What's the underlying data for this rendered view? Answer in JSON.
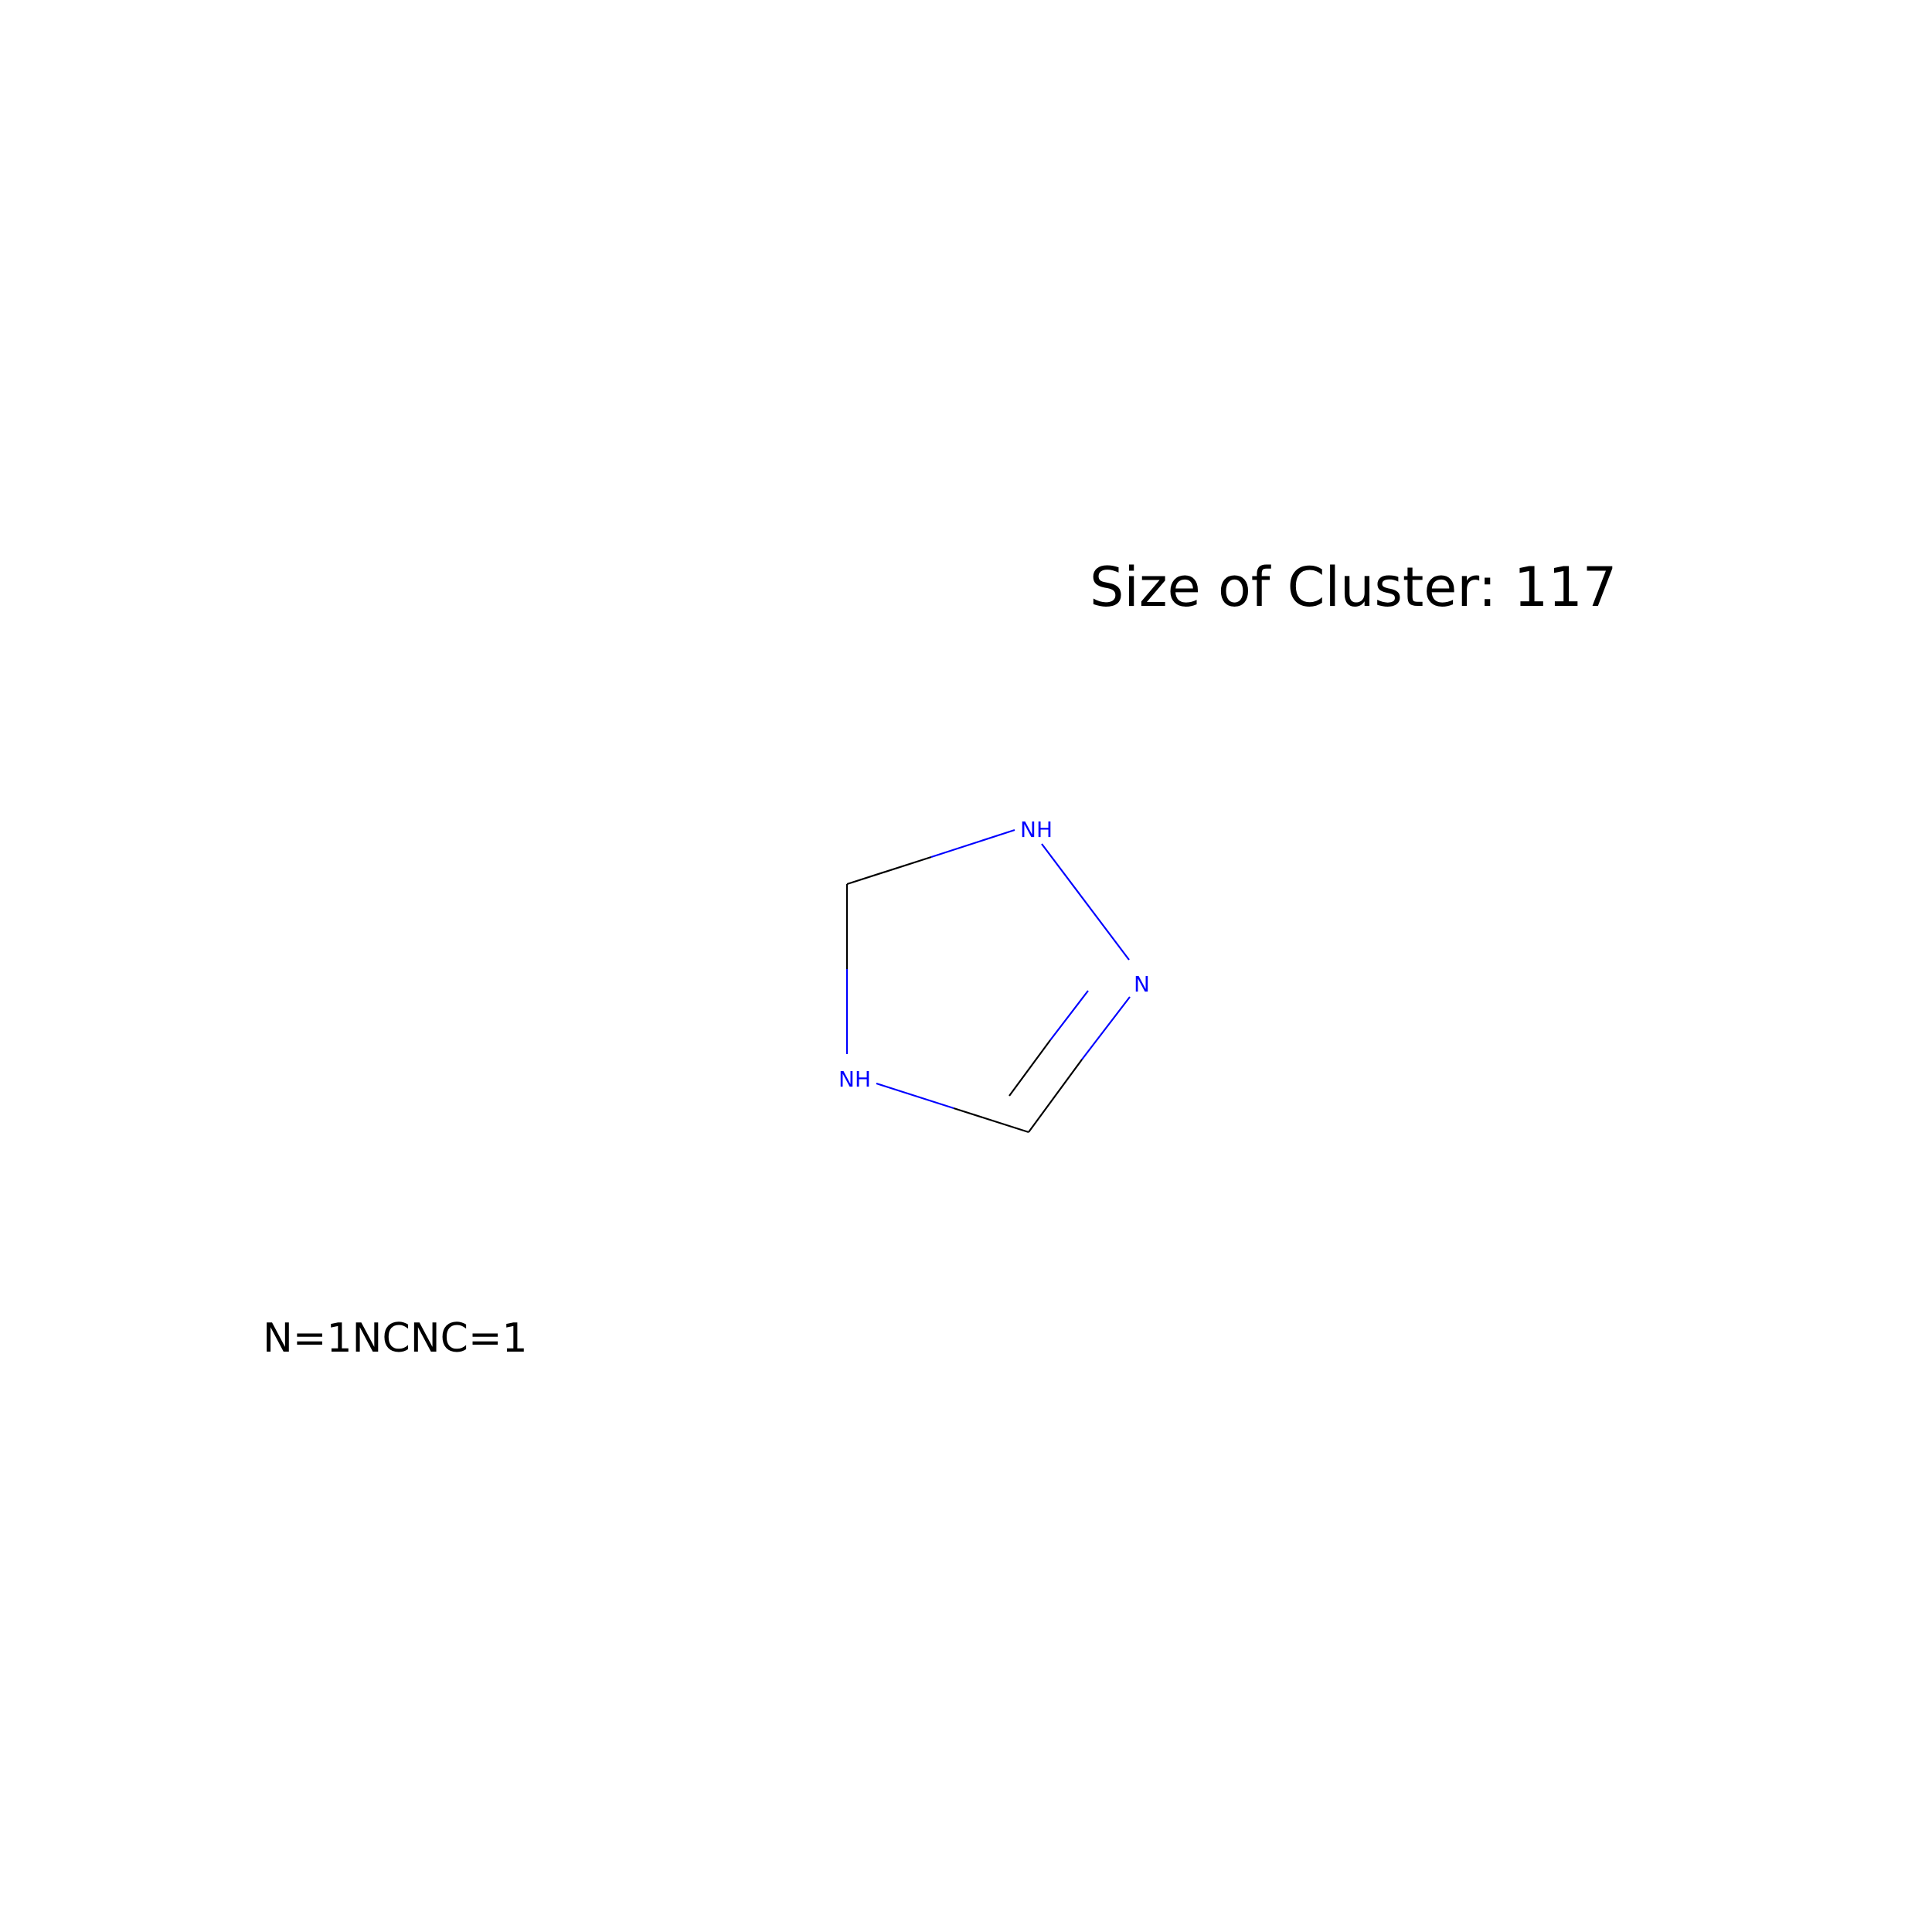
{
  "header": {
    "cluster_size_text": "Size of Cluster: 117"
  },
  "molecule": {
    "smiles": "N=1NCNC=1",
    "colors": {
      "carbon_bond": "#000000",
      "nitrogen": "#0000ff"
    },
    "atoms": [
      {
        "id": "n1",
        "element": "N",
        "label": "NH"
      },
      {
        "id": "n2",
        "element": "N",
        "label": "N"
      },
      {
        "id": "c3",
        "element": "C",
        "label": ""
      },
      {
        "id": "n4",
        "element": "N",
        "label": "NH"
      },
      {
        "id": "c5",
        "element": "C",
        "label": ""
      }
    ]
  }
}
